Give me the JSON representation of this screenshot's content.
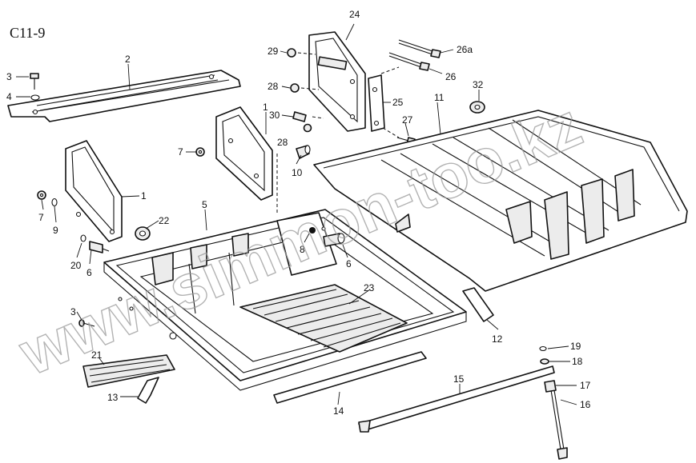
{
  "diagram_code": "C11-9",
  "watermark": "www.simmon-too.kz",
  "callouts": {
    "c1a": "1",
    "c1b": "1",
    "c2": "2",
    "c3a": "3",
    "c3b": "3",
    "c4": "4",
    "c5": "5",
    "c6a": "6",
    "c6b": "6",
    "c7a": "7",
    "c7b": "7",
    "c8": "8",
    "c9": "9",
    "c10": "10",
    "c11": "11",
    "c12": "12",
    "c13": "13",
    "c14": "14",
    "c15": "15",
    "c16": "16",
    "c17": "17",
    "c18": "18",
    "c19": "19",
    "c20": "20",
    "c21": "21",
    "c22": "22",
    "c23": "23",
    "c24": "24",
    "c25": "25",
    "c26": "26",
    "c26a": "26a",
    "c27": "27",
    "c28a": "28",
    "c28b": "28",
    "c29": "29",
    "c30": "30",
    "c32": "32"
  },
  "icons": [
    "bolt-icon",
    "nut-icon",
    "washer-icon",
    "bracket-icon",
    "tank-icon",
    "battery-tray-icon"
  ]
}
